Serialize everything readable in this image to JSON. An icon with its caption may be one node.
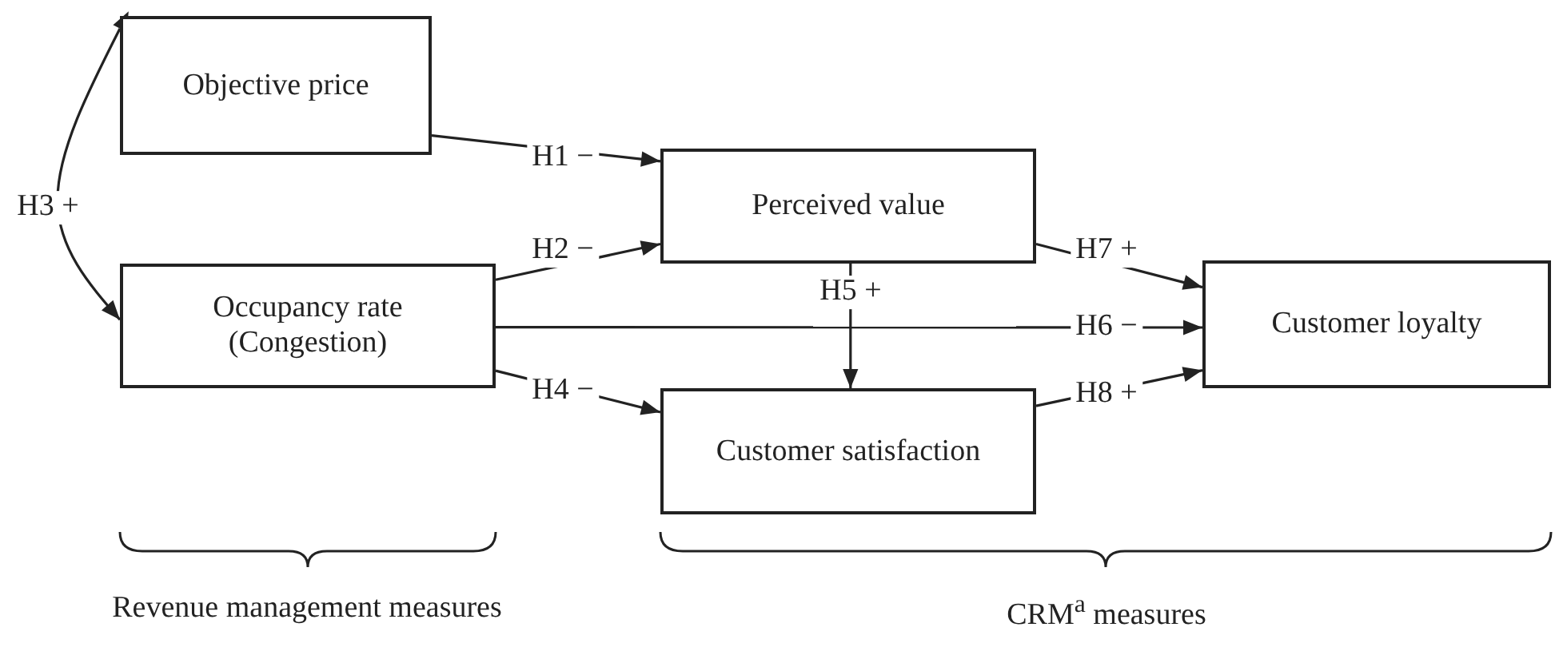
{
  "diagram": {
    "nodes": [
      {
        "text": [
          "Objective price"
        ]
      },
      {
        "text": [
          "Occupancy rate (Congestion)"
        ]
      },
      {
        "text": [
          "Perceived value"
        ]
      },
      {
        "text": [
          "Customer satisfaction"
        ]
      },
      {
        "text": [
          "Customer loyalty"
        ]
      }
    ],
    "edges": [
      {
        "from": 0,
        "to": 2,
        "arrow": "to",
        "label": "H1 −"
      },
      {
        "from": 1,
        "to": 2,
        "arrow": "to",
        "label": "H2 −"
      },
      {
        "from": 0,
        "to": 1,
        "arrow": "both",
        "label": "H3 +"
      },
      {
        "from": 1,
        "to": 3,
        "arrow": "to",
        "label": "H4 −"
      },
      {
        "from": 2,
        "to": 3,
        "arrow": "to",
        "label": "H5 +"
      },
      {
        "from": 1,
        "to": 4,
        "arrow": "to",
        "label": "H6 −"
      },
      {
        "from": 2,
        "to": 4,
        "arrow": "to",
        "label": "H7 +"
      },
      {
        "from": 3,
        "to": 4,
        "arrow": "to",
        "label": "H8 +"
      }
    ],
    "labels": [
      "Revenue management measures",
      "CRM$^{a}$ measures"
    ]
  }
}
